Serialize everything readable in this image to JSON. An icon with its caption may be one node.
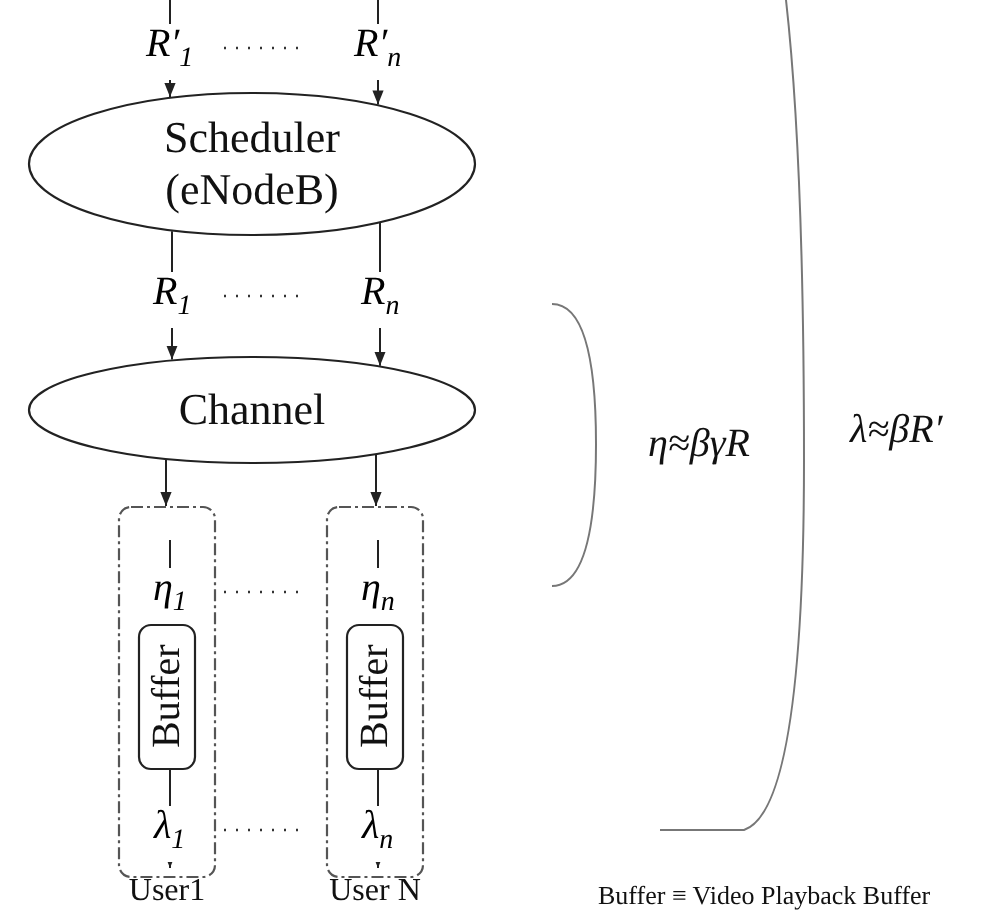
{
  "diagram": {
    "nodes": [
      {
        "text": [
          "Scheduler (eNodeB)"
        ]
      },
      {
        "text": [
          "Channel"
        ]
      },
      {
        "text": [],
        "shape": "box",
        "beside": [
          "User1"
        ]
      },
      {
        "text": [],
        "shape": "box",
        "beside": [
          "User N"
        ]
      },
      {
        "text": [
          "Buffer"
        ],
        "in": 2
      },
      {
        "text": [
          "Buffer"
        ],
        "in": 3
      }
    ],
    "edges": [
      {
        "from": null,
        "to": 0,
        "arrow": "to",
        "label": "R′$_{1}$"
      },
      {
        "from": null,
        "to": 0,
        "arrow": "to",
        "label": "R′$_{n}$"
      },
      {
        "from": 0,
        "to": 1,
        "arrow": "to",
        "label": "R$_{1}$"
      },
      {
        "from": 0,
        "to": 1,
        "arrow": "to",
        "label": "R$_{n}$"
      },
      {
        "from": 1,
        "to": 2,
        "arrow": "to"
      },
      {
        "from": 1,
        "to": 3,
        "arrow": "to"
      },
      {
        "from": null,
        "to": 4,
        "arrow": "to",
        "label": "η$_{1}$"
      },
      {
        "from": null,
        "to": 5,
        "arrow": "to",
        "label": "η$_{n}$"
      },
      {
        "from": 4,
        "to": null,
        "arrow": "to",
        "label": "λ$_{1}$"
      },
      {
        "from": 5,
        "to": null,
        "arrow": "to",
        "label": "λ$_{n}$"
      }
    ],
    "labels": [
      "η≈βγR",
      "λ≈βR′",
      "Buffer ≡ Video Playback Buffer"
    ]
  }
}
